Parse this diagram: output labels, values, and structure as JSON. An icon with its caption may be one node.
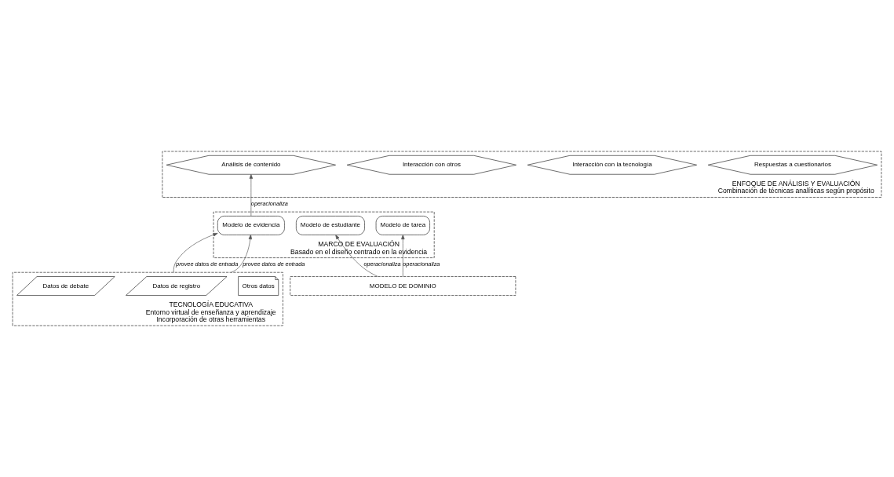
{
  "diagram": {
    "nodes": [
      {
        "text": [
          "ENFOQUE DE ANÁLISIS Y EVALUACIÓN",
          "Combinación de técnicas analíticas según propósito"
        ]
      },
      {
        "text": [
          "Respuestas a cuestionarios"
        ],
        "in": 0
      },
      {
        "text": [
          "Interacción con la tecnología"
        ],
        "in": 0
      },
      {
        "text": [
          "Interacción con otros"
        ],
        "in": 0
      },
      {
        "text": [
          "Análisis de contenido"
        ],
        "in": 0
      },
      {
        "text": [
          "MARCO DE EVALUACIÓN",
          "Basado en el diseño centrado en la evidencia"
        ]
      },
      {
        "text": [
          "Modelo de evidencia"
        ],
        "in": 5
      },
      {
        "text": [
          "Modelo de estudiante"
        ],
        "in": 5
      },
      {
        "text": [
          "Modelo de tarea"
        ],
        "in": 5
      },
      {
        "text": [
          "TECNOLOGÍA EDUCATIVA",
          "Entorno virtual de enseñanza y aprendizaje",
          "Incorporación de otras herramientas"
        ]
      },
      {
        "text": [
          "Otros datos"
        ],
        "in": 9
      },
      {
        "text": [
          "Datos de registro"
        ],
        "in": 9
      },
      {
        "text": [
          "Datos de debate"
        ],
        "in": 9
      },
      {
        "text": [
          "MODELO DE DOMINIO"
        ]
      }
    ],
    "edges": [
      {
        "from": 6,
        "to": 4,
        "arrow": "to",
        "label": "operacionaliza"
      },
      {
        "from": 9,
        "to": 6,
        "arrow": "to",
        "label": "provee datos de entrada"
      },
      {
        "from": 9,
        "to": 6,
        "arrow": "to",
        "label": "provee datos de entrada"
      },
      {
        "from": 13,
        "to": 7,
        "arrow": "to",
        "label": "operacionaliza"
      },
      {
        "from": 13,
        "to": 8,
        "arrow": "to",
        "label": "operacionaliza"
      }
    ]
  }
}
